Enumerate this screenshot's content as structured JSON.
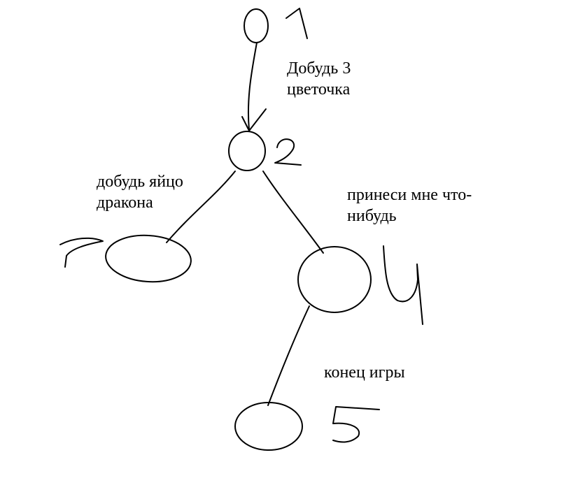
{
  "nodes": [
    {
      "id": "node-1",
      "number": "1"
    },
    {
      "id": "node-2",
      "number": "2"
    },
    {
      "id": "node-3",
      "number": "3"
    },
    {
      "id": "node-4",
      "number": "4"
    },
    {
      "id": "node-5",
      "number": "5"
    }
  ],
  "edges": [
    {
      "from": "1",
      "to": "2",
      "label_lines": [
        "Добудь 3",
        "цветочка"
      ],
      "directed": true
    },
    {
      "from": "2",
      "to": "3",
      "label_lines": [
        "добудь яйцо",
        "дракона"
      ],
      "directed": false
    },
    {
      "from": "2",
      "to": "4",
      "label_lines": [
        "принеси мне что-",
        "нибудь"
      ],
      "directed": false
    },
    {
      "from": "4",
      "to": "5",
      "label_lines": [
        "конец игры"
      ],
      "directed": false
    }
  ],
  "colors": {
    "background": "#ffffff",
    "ink": "#000000"
  }
}
